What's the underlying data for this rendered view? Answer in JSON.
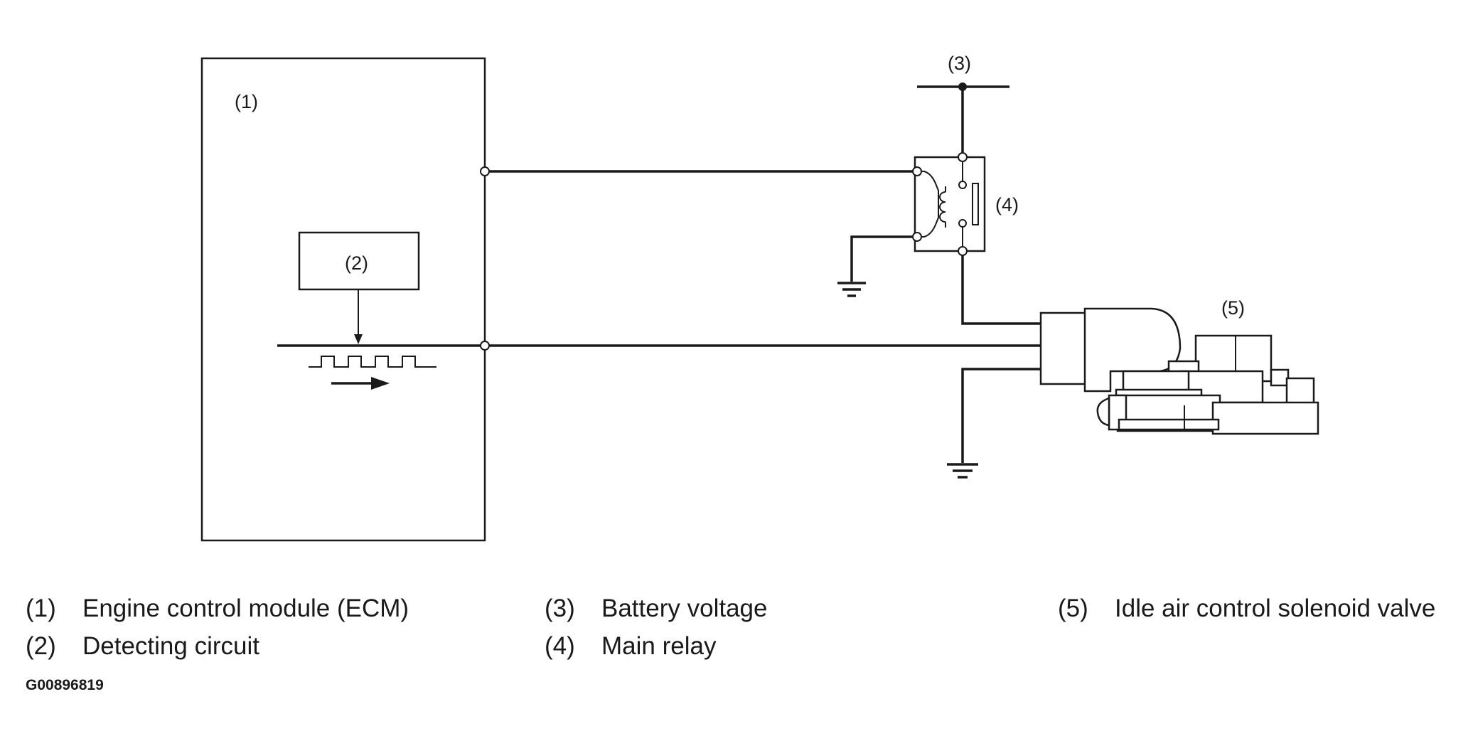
{
  "diagram": {
    "labels": {
      "ecm": "(1)",
      "detecting_circuit": "(2)",
      "battery_voltage": "(3)",
      "main_relay": "(4)",
      "solenoid_valve": "(5)"
    }
  },
  "legend": [
    {
      "num": "(1)",
      "text": "Engine control module (ECM)"
    },
    {
      "num": "(2)",
      "text": "Detecting circuit"
    },
    {
      "num": "(3)",
      "text": "Battery voltage"
    },
    {
      "num": "(4)",
      "text": "Main relay"
    },
    {
      "num": "(5)",
      "text": "Idle air control solenoid valve"
    }
  ],
  "figure_id": "G00896819",
  "colors": {
    "line": "#1a1a1a",
    "background": "#ffffff"
  }
}
